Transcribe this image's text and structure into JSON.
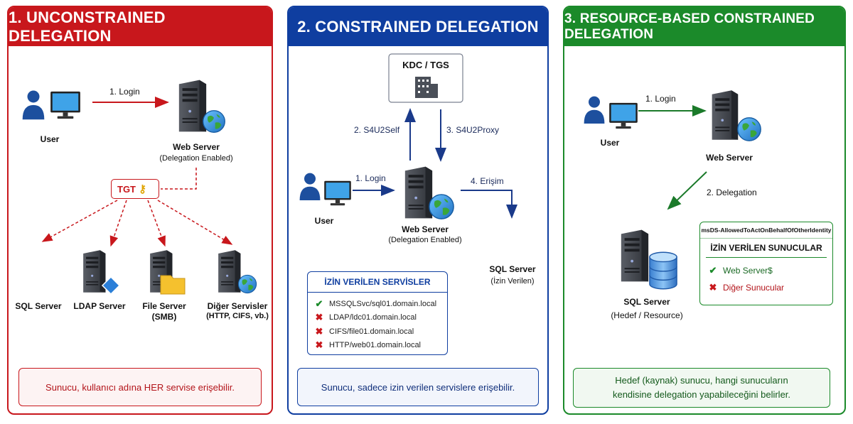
{
  "panels": {
    "p1": {
      "title": "1. UNCONSTRAINED DELEGATION",
      "color": "#c8171c",
      "user": "User",
      "login": "1. Login",
      "server": "Web Server",
      "server_sub": "(Delegation Enabled)",
      "tgt": "TGT",
      "targets": [
        "SQL Server",
        "LDAP Server",
        "File Server",
        "(SMB)",
        "Diğer Servisler",
        "(HTTP, CIFS, vb.)"
      ],
      "note": "Sunucu, kullanıcı adına HER servise erişebilir."
    },
    "p2": {
      "title": "2. CONSTRAINED DELEGATION",
      "color": "#0f3ea0",
      "kdc": "KDC / TGS",
      "s4u2self": "2. S4U2Self",
      "s4u2proxy": "3. S4U2Proxy",
      "login": "1. Login",
      "access": "4. Erişim",
      "user": "User",
      "server": "Web Server",
      "server_sub": "(Delegation Enabled)",
      "sql": "SQL Server",
      "sql_sub": "(İzin Verilen)",
      "allowed_title": "İZİN VERİLEN SERVİSLER",
      "allowed": [
        {
          "text": "MSSQLSvc/sql01.domain.local",
          "ok": true
        },
        {
          "text": "LDAP/ldc01.domain.local",
          "ok": false
        },
        {
          "text": "CIFS/file01.domain.local",
          "ok": false
        },
        {
          "text": "HTTP/web01.domain.local",
          "ok": false
        }
      ],
      "note": "Sunucu, sadece izin verilen servislere erişebilir."
    },
    "p3": {
      "title": "3. RESOURCE-BASED CONSTRAINED DELEGATION",
      "color": "#1b8a2a",
      "user": "User",
      "login": "1. Login",
      "server": "Web Server",
      "delegation": "2. Delegation",
      "sql": "SQL Server",
      "sql_sub": "(Hedef / Resource)",
      "attr": "msDS-AllowedToActOnBehalfOfOtherIdentity",
      "allowed_title": "İZİN VERİLEN SUNUCULAR",
      "allowed": [
        {
          "text": "Web Server$",
          "ok": true
        },
        {
          "text": "Diğer Sunucular",
          "ok": false
        }
      ],
      "note_line1": "Hedef (kaynak) sunucu, hangi sunucuların",
      "note_line2": "kendisine delegation yapabileceğini belirler."
    }
  }
}
